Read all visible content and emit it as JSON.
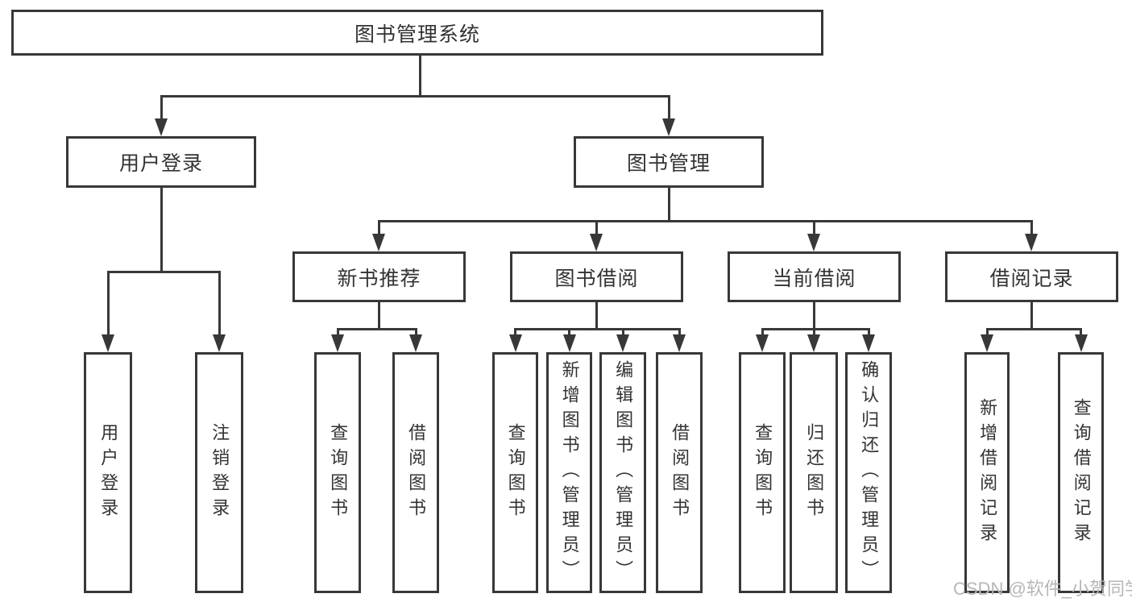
{
  "diagram": {
    "root": {
      "label": "图书管理系统"
    },
    "level2": [
      {
        "label": "用户登录"
      },
      {
        "label": "图书管理"
      }
    ],
    "level3": [
      {
        "label": "新书推荐"
      },
      {
        "label": "图书借阅"
      },
      {
        "label": "当前借阅"
      },
      {
        "label": "借阅记录"
      }
    ],
    "leaves": {
      "userLogin": [
        {
          "label": "用户登录"
        },
        {
          "label": "注销登录"
        }
      ],
      "newBookRec": [
        {
          "label": "查询图书"
        },
        {
          "label": "借阅图书"
        }
      ],
      "bookBorrow": [
        {
          "label": "查询图书"
        },
        {
          "label": "新增图书（管理员）"
        },
        {
          "label": "编辑图书（管理员）"
        },
        {
          "label": "借阅图书"
        }
      ],
      "currentBorrow": [
        {
          "label": "查询图书"
        },
        {
          "label": "归还图书"
        },
        {
          "label": "确认归还（管理员）"
        }
      ],
      "borrowRecords": [
        {
          "label": "新增借阅记录"
        },
        {
          "label": "查询借阅记录"
        }
      ]
    }
  },
  "watermark": {
    "text": "CSDN @软件_小贺同学"
  },
  "colors": {
    "line": "#383838",
    "text": "#333333",
    "watermark": "#b9b5b5",
    "background": "#ffffff"
  }
}
